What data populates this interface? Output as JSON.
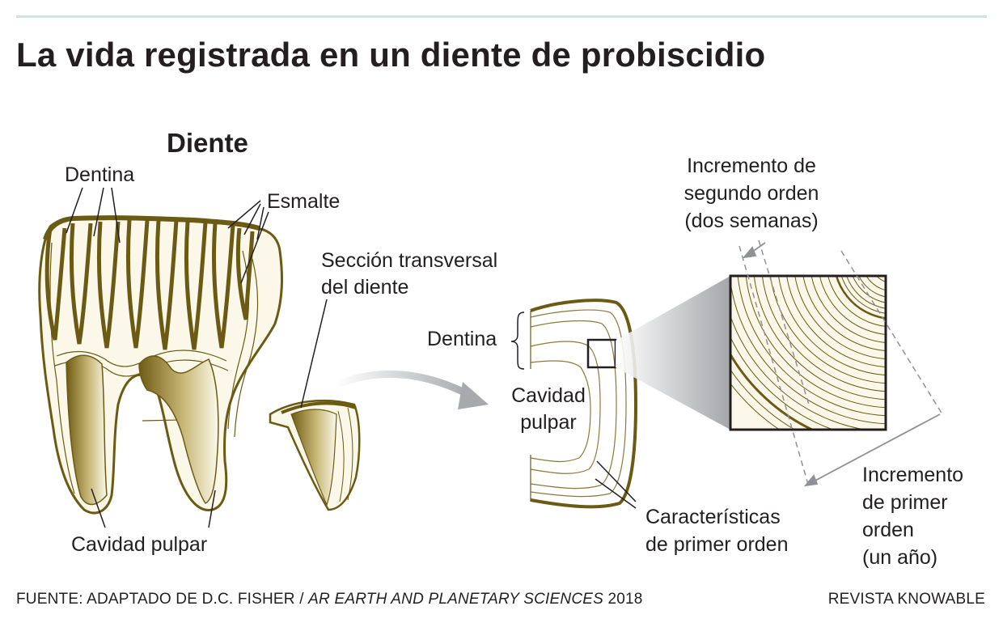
{
  "title": "La vida registrada en un diente de probiscidio",
  "labels": {
    "tooth_heading": "Diente",
    "dentine_top": "Dentina",
    "enamel": "Esmalte",
    "pulp_cavity_bottom": "Cavidad pulpar",
    "cross_section_line1": "Sección transversal",
    "cross_section_line2": "del diente",
    "dentine_section": "Dentina",
    "pulp_section_line1": "Cavidad",
    "pulp_section_line2": "pulpar",
    "first_order_features_line1": "Características",
    "first_order_features_line2": "de primer orden",
    "second_order_line1": "Incremento de",
    "second_order_line2": "segundo orden",
    "second_order_line3": "(dos semanas)",
    "first_order_line1": "Incremento",
    "first_order_line2": "de primer",
    "first_order_line3": "orden",
    "first_order_line4": "(un año)"
  },
  "footer": {
    "source_prefix": "FUENTE: ADAPTADO DE D.C. FISHER / ",
    "source_journal": "AR EARTH AND PLANETARY SCIENCES",
    "source_year": " 2018",
    "credit": "REVISTA KNOWABLE"
  },
  "colors": {
    "outline": "#6b5a14",
    "fill_light": "#fbf8e9",
    "fill_dark": "#7d6a1f",
    "accent_rule": "#cfe3e2",
    "arrow_gray": "#a7a9ac"
  }
}
